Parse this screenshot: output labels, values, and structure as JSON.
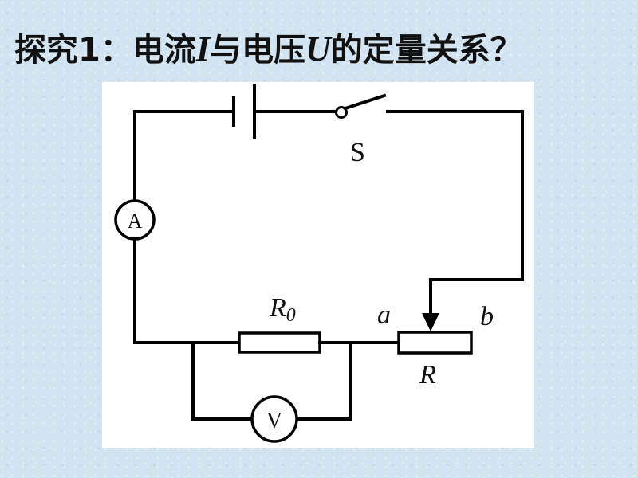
{
  "slide": {
    "title": {
      "prefix": "探究1：电流",
      "var_i": "I",
      "mid": "与电压",
      "var_u": "U",
      "suffix": "的定量关系？"
    }
  },
  "circuit": {
    "switch_label": "S",
    "ammeter_label": "A",
    "voltmeter_label": "V",
    "resistor_label": "R",
    "resistor_subscript": "0",
    "rheostat_label": "R",
    "terminal_a": "a",
    "terminal_b": "b"
  }
}
